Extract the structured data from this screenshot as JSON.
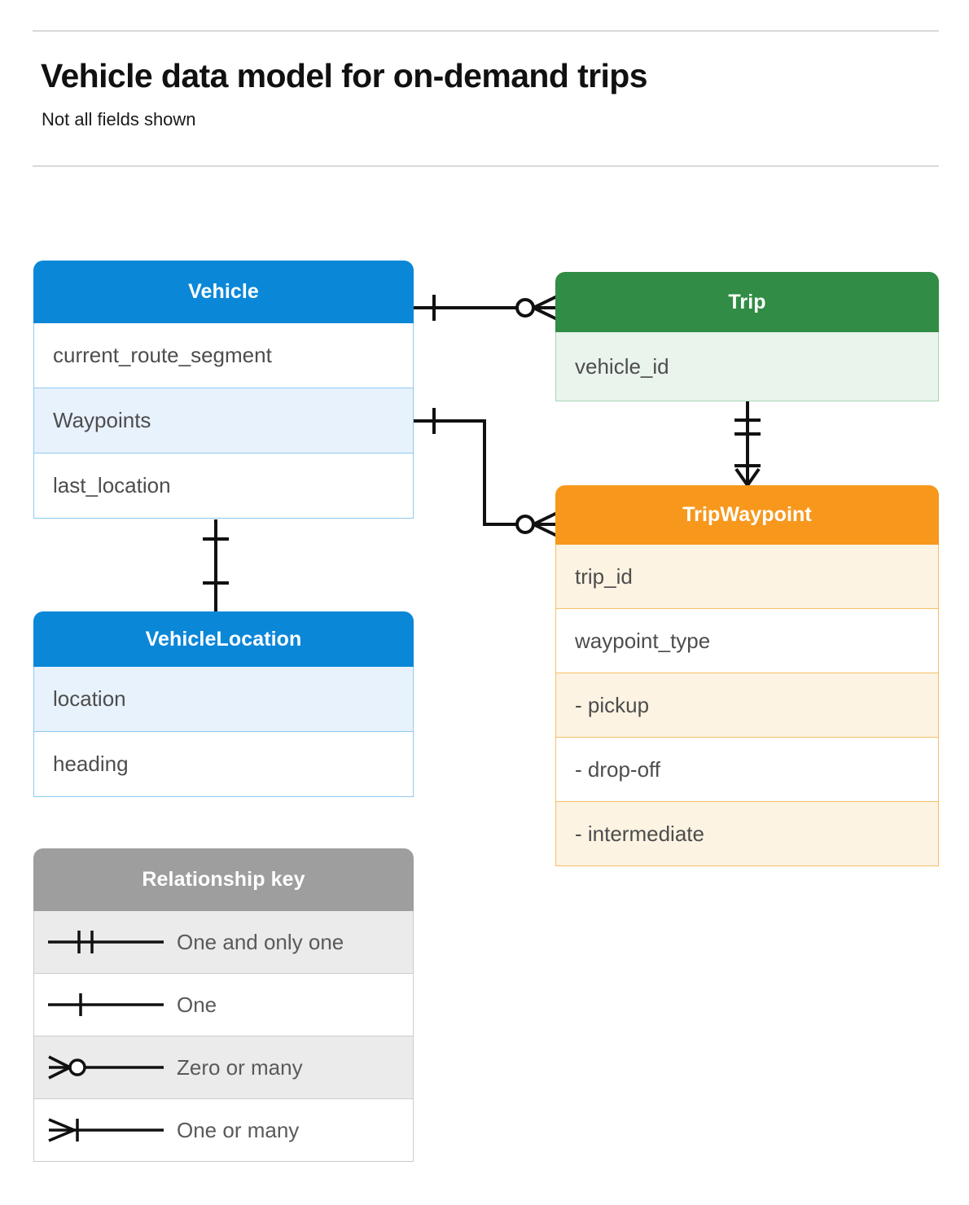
{
  "header": {
    "title": "Vehicle data model for on-demand trips",
    "subtitle": "Not all fields shown"
  },
  "entities": [
    {
      "id": "vehicle",
      "name": "Vehicle",
      "color": "#0b87d8",
      "rows": [
        {
          "label": "current_route_segment",
          "highlight": false
        },
        {
          "label": "Waypoints",
          "highlight": true
        },
        {
          "label": "last_location",
          "highlight": false
        }
      ]
    },
    {
      "id": "trip",
      "name": "Trip",
      "color": "#318c45",
      "rows": [
        {
          "label": "vehicle_id",
          "highlight": true
        }
      ]
    },
    {
      "id": "tripwaypoint",
      "name": "TripWaypoint",
      "color": "#f7981d",
      "rows": [
        {
          "label": "trip_id",
          "highlight": true
        },
        {
          "label": "waypoint_type",
          "highlight": false
        },
        {
          "label": "- pickup",
          "highlight": true
        },
        {
          "label": "- drop-off",
          "highlight": false
        },
        {
          "label": "- intermediate",
          "highlight": true
        }
      ]
    },
    {
      "id": "vehiclelocation",
      "name": "VehicleLocation",
      "color": "#0b87d8",
      "rows": [
        {
          "label": "location",
          "highlight": true
        },
        {
          "label": "heading",
          "highlight": false
        }
      ]
    }
  ],
  "legend": {
    "title": "Relationship key",
    "color": "#9e9e9e",
    "items": [
      {
        "symbol": "one-and-only-one-icon",
        "label": "One and only one"
      },
      {
        "symbol": "one-icon",
        "label": "One"
      },
      {
        "symbol": "zero-or-many-icon",
        "label": "Zero or many"
      },
      {
        "symbol": "one-or-many-icon",
        "label": "One or many"
      }
    ]
  },
  "relationships": [
    {
      "id": "vehicle-to-trip",
      "from": "Vehicle",
      "from_field": "",
      "to": "Trip",
      "from_cardinality": "One",
      "to_cardinality": "Zero or many"
    },
    {
      "id": "vehicle-waypoints-to-tripwaypoint",
      "from": "Vehicle",
      "from_field": "Waypoints",
      "to": "TripWaypoint",
      "from_cardinality": "One",
      "to_cardinality": "Zero or many"
    },
    {
      "id": "trip-to-tripwaypoint",
      "from": "Trip",
      "from_field": "vehicle_id",
      "to": "TripWaypoint",
      "from_cardinality": "One and only one",
      "to_cardinality": "One or many"
    },
    {
      "id": "vehicle-to-vehiclelocation",
      "from": "Vehicle",
      "from_field": "last_location",
      "to": "VehicleLocation",
      "from_cardinality": "One and only one",
      "to_cardinality": "One"
    }
  ]
}
